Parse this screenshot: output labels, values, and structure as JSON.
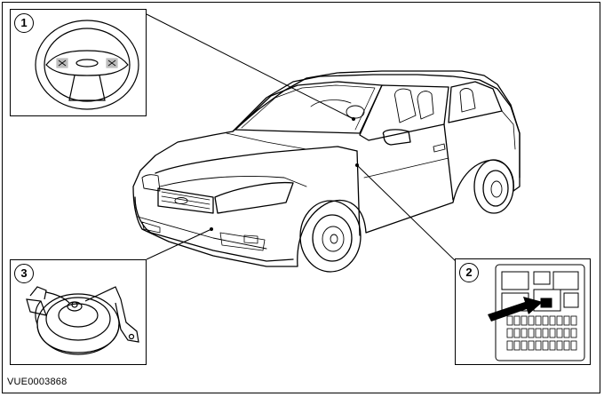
{
  "callouts": [
    {
      "number": "1",
      "subject": "steering-wheel-horn-pads"
    },
    {
      "number": "2",
      "subject": "fuse-relay-box"
    },
    {
      "number": "3",
      "subject": "horn-unit"
    }
  ],
  "reference_code": "VUE0003868",
  "colors": {
    "line": "#000000",
    "background": "#ffffff"
  }
}
